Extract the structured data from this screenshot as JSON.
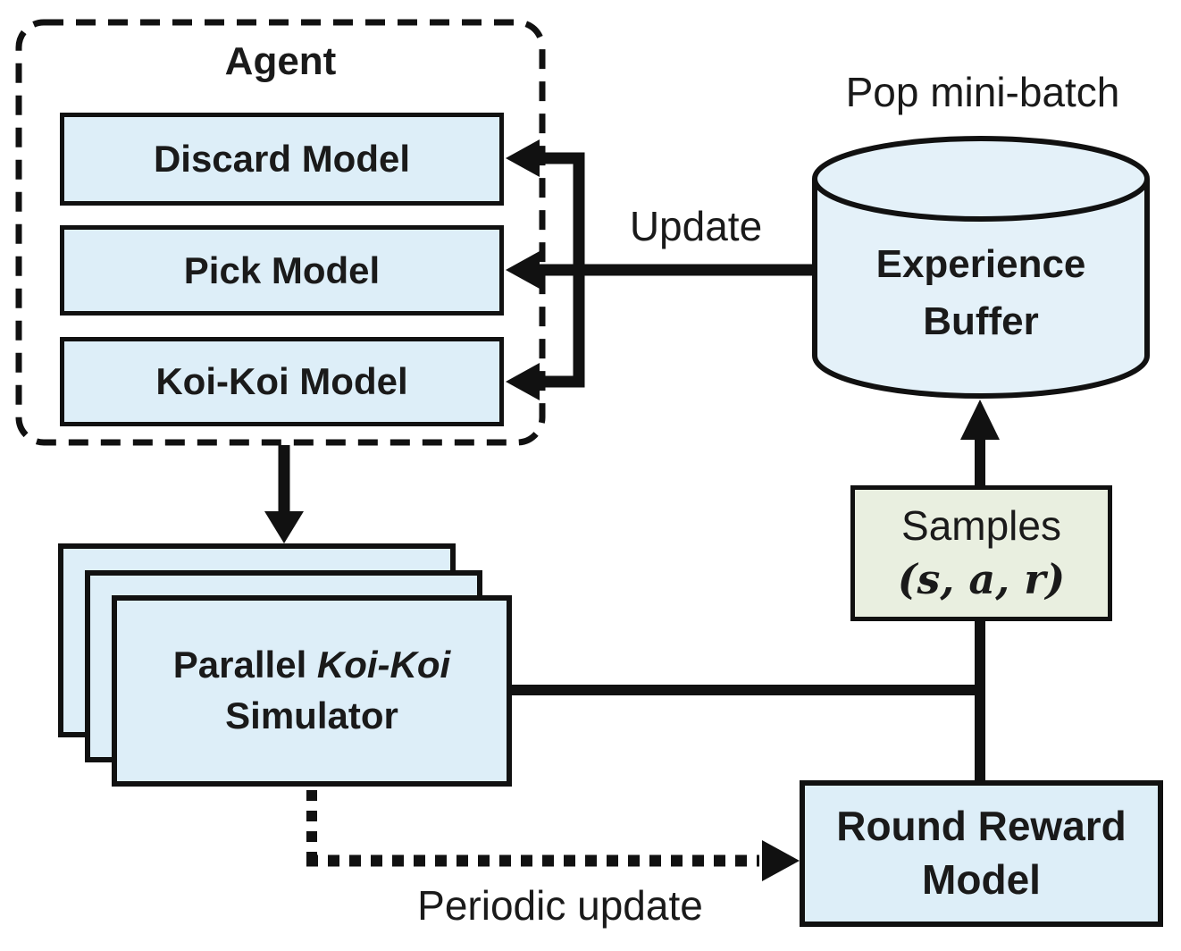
{
  "agent": {
    "title": "Agent",
    "models": [
      {
        "label": "Discard Model"
      },
      {
        "label": "Pick Model"
      },
      {
        "label": "Koi-Koi Model"
      }
    ]
  },
  "experience_buffer": {
    "caption": "Pop mini-batch",
    "label_line1": "Experience",
    "label_line2": "Buffer"
  },
  "arrows": {
    "update_label": "Update",
    "periodic_label": "Periodic update"
  },
  "samples": {
    "title": "Samples",
    "tuple": "(s, a, r)"
  },
  "simulator": {
    "line1_regular": "Parallel ",
    "line1_italic": "Koi-Koi",
    "line2": "Simulator"
  },
  "round_reward": {
    "line1": "Round Reward",
    "line2": "Model"
  },
  "colors": {
    "node_fill": "#ddeef8",
    "samples_fill": "#e9efe0",
    "stroke": "#111111",
    "background": "#ffffff"
  }
}
